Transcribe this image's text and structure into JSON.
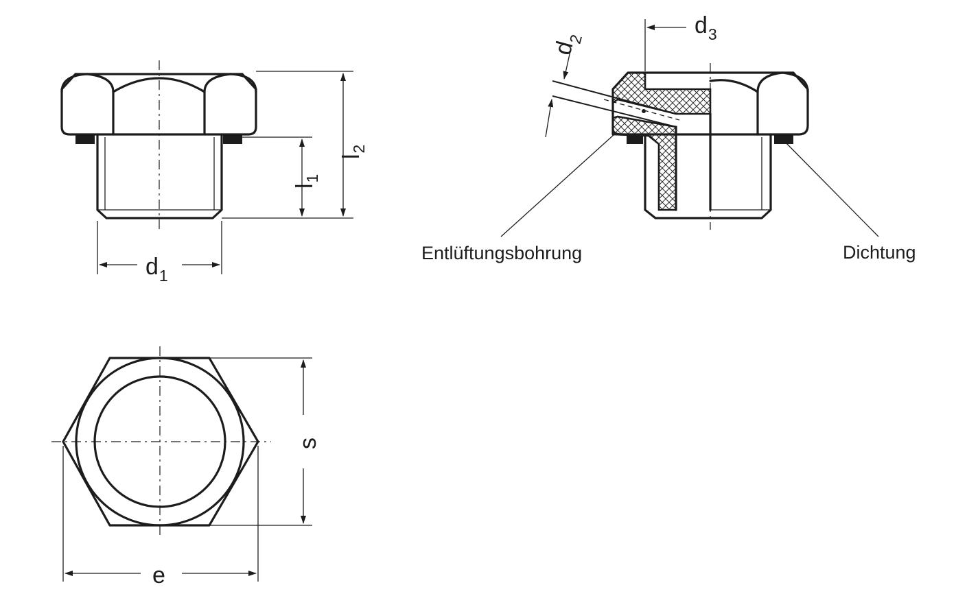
{
  "labels": {
    "d": "d",
    "d1_sub": "1",
    "d2_sub": "2",
    "d3_sub": "3",
    "l": "l",
    "l1_sub": "1",
    "l2_sub": "2",
    "s": "s",
    "e": "e",
    "vent_hole": "Entlüftungsbohrung",
    "seal": "Dichtung"
  },
  "colors": {
    "ink": "#1c1c1c",
    "paper": "#ffffff",
    "hatch": "#2a2a2a"
  }
}
